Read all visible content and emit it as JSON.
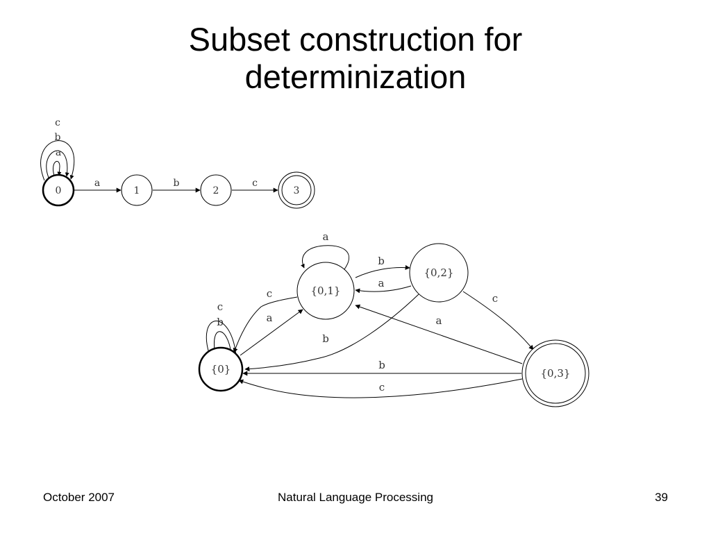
{
  "slide": {
    "title_lines": [
      "Subset construction for",
      "determinization"
    ]
  },
  "nfa": {
    "states": [
      "0",
      "1",
      "2",
      "3"
    ],
    "start_state": "0",
    "final_states": [
      "3"
    ],
    "transitions": [
      {
        "from": "0",
        "to": "0",
        "label": "a"
      },
      {
        "from": "0",
        "to": "0",
        "label": "b"
      },
      {
        "from": "0",
        "to": "0",
        "label": "c"
      },
      {
        "from": "0",
        "to": "1",
        "label": "a"
      },
      {
        "from": "1",
        "to": "2",
        "label": "b"
      },
      {
        "from": "2",
        "to": "3",
        "label": "c"
      }
    ]
  },
  "dfa": {
    "states": [
      "{0}",
      "{0,1}",
      "{0,2}",
      "{0,3}"
    ],
    "start_state": "{0}",
    "final_states": [
      "{0,3}"
    ],
    "transitions": [
      {
        "from": "{0}",
        "to": "{0}",
        "label": "b"
      },
      {
        "from": "{0}",
        "to": "{0}",
        "label": "c"
      },
      {
        "from": "{0}",
        "to": "{0,1}",
        "label": "a"
      },
      {
        "from": "{0,1}",
        "to": "{0,1}",
        "label": "a"
      },
      {
        "from": "{0,1}",
        "to": "{0,2}",
        "label": "b"
      },
      {
        "from": "{0,1}",
        "to": "{0}",
        "label": "c"
      },
      {
        "from": "{0,2}",
        "to": "{0,1}",
        "label": "a"
      },
      {
        "from": "{0,2}",
        "to": "{0}",
        "label": "b"
      },
      {
        "from": "{0,2}",
        "to": "{0,3}",
        "label": "c"
      },
      {
        "from": "{0,3}",
        "to": "{0,1}",
        "label": "a"
      },
      {
        "from": "{0,3}",
        "to": "{0}",
        "label": "b"
      },
      {
        "from": "{0,3}",
        "to": "{0}",
        "label": "c"
      }
    ]
  },
  "footer": {
    "date": "October 2007",
    "course": "Natural Language Processing",
    "page_number": "39"
  }
}
